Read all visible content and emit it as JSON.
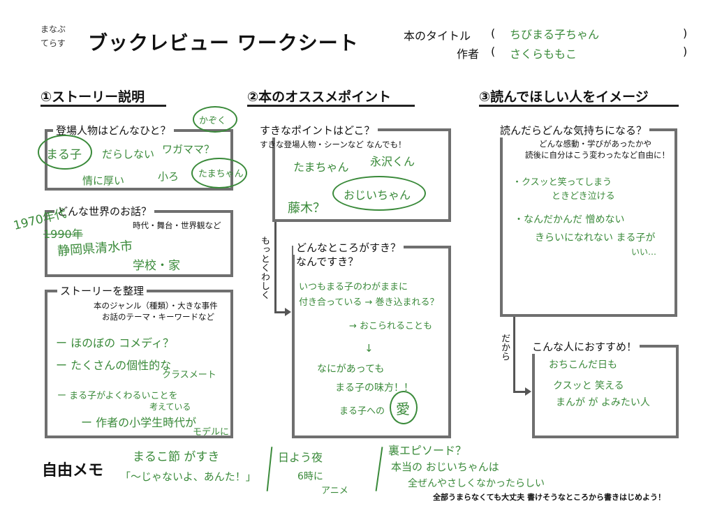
{
  "logo": {
    "line1": "まなぶ",
    "line2": "てらす"
  },
  "header": {
    "title": "ブックレビュー ワークシート",
    "book_title_label": "本のタイトル",
    "author_label": "作者",
    "paren_open": "(",
    "paren_close": ")",
    "book_title_value": "ちびまる子ちゃん",
    "author_value": "さくらももこ"
  },
  "section1": {
    "heading": "①ストーリー説明",
    "characters": {
      "label": "登場人物はどんなひと？",
      "hand": {
        "name": "まる子",
        "trait1": "だらしない",
        "trait2": "ワガママ？",
        "family": "かぞく",
        "kind": "情に厚い",
        "small": "小ろ",
        "tama": "たまちゃん"
      }
    },
    "world": {
      "label": "どんな世界のお話？",
      "sub": "時代・舞台・世界観など",
      "hand": {
        "year": "1970年代",
        "struck": "1990年",
        "place": "静岡県清水市",
        "school": "学校・家"
      }
    },
    "story": {
      "label": "ストーリーを整理",
      "sub1": "本のジャンル（種類）・大きな事件",
      "sub2": "お話のテーマ・キーワードなど",
      "hand": {
        "l1": "ー ほのぼの コメディ？",
        "l2": "ー たくさんの個性的な",
        "l2b": "クラスメート",
        "l3": "ー まる子がよくわるいことを",
        "l3b": "考えている",
        "l4": "ー 作者の小学生時代が",
        "l4b": "モデルに"
      }
    }
  },
  "section2": {
    "heading": "②本のオススメポイント",
    "favorite": {
      "label": "すきなポイントはどこ？",
      "sub": "すきな登場人物・シーンなど なんでも！",
      "hand": {
        "a": "たまちゃん",
        "b": "永沢くん",
        "c": "藤木？",
        "d": "おじいちゃん"
      }
    },
    "side_note": "もっとくわしく",
    "why": {
      "label": "どんなところがすき？",
      "label2": "なんですき？",
      "hand": {
        "l1": "いつもまる子のわがままに",
        "l2": "付き合っている → 巻き込まれる？",
        "l3": "→ おこられることも",
        "arrow": "↓",
        "l4": "なにがあっても",
        "l5": "まる子の味方！！",
        "l6": "まる子への",
        "love": "愛"
      }
    }
  },
  "section3": {
    "heading": "③読んでほしい人をイメージ",
    "feeling": {
      "label": "読んだらどんな気持ちになる？",
      "sub1": "どんな感動・学びがあったかや",
      "sub2": "読後に自分はこう変わったなど自由に！",
      "hand": {
        "l1": "・クスッと笑ってしまう",
        "l2": "ときどき泣ける",
        "l3": "・なんだかんだ 憎めない",
        "l4": "きらいになれない まる子が",
        "l5": "いい…"
      }
    },
    "side_note": "だから",
    "recommend": {
      "label": "こんな人におすすめ！",
      "hand": {
        "l1": "おちこんだ日も",
        "l2": "クスッと 笑える",
        "l3": "まんが が よみたい人"
      }
    }
  },
  "memo": {
    "label": "自由メモ",
    "hand": {
      "a1": "まるこ節 がすき",
      "a2": "「〜じゃないよ、あんた！」",
      "b1": "日よう夜",
      "b2": "6時に",
      "b3": "アニメ",
      "c1": "裏エピソード？",
      "c2": "本当の おじいちゃんは",
      "c3": "全ぜんやさしくなかったらしい"
    }
  },
  "footer": {
    "note": "全部うまらなくても大丈夫 書けそうなところから書きはじめよう！"
  }
}
